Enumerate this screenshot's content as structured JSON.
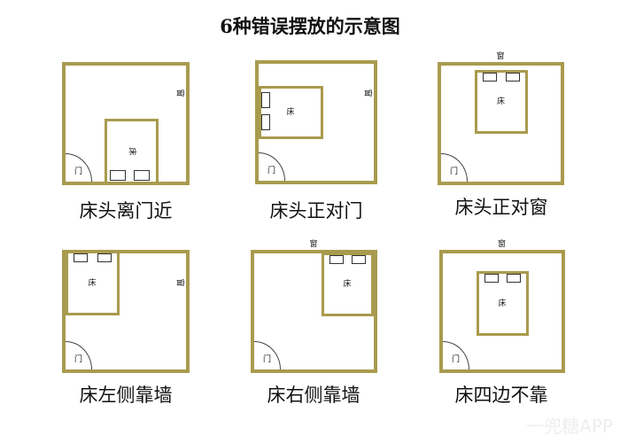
{
  "title": "6种错误摆放的示意图",
  "labels": {
    "bed": "床",
    "door": "门",
    "window": "窗"
  },
  "diagrams": [
    {
      "caption": "床头离门近"
    },
    {
      "caption": "床头正对门"
    },
    {
      "caption": "床头正对窗"
    },
    {
      "caption": "床左侧靠墙"
    },
    {
      "caption": "床右侧靠墙"
    },
    {
      "caption": "床四边不靠"
    }
  ],
  "watermark": "一兜糖APP",
  "colors": {
    "wall": "#a99b4e"
  }
}
